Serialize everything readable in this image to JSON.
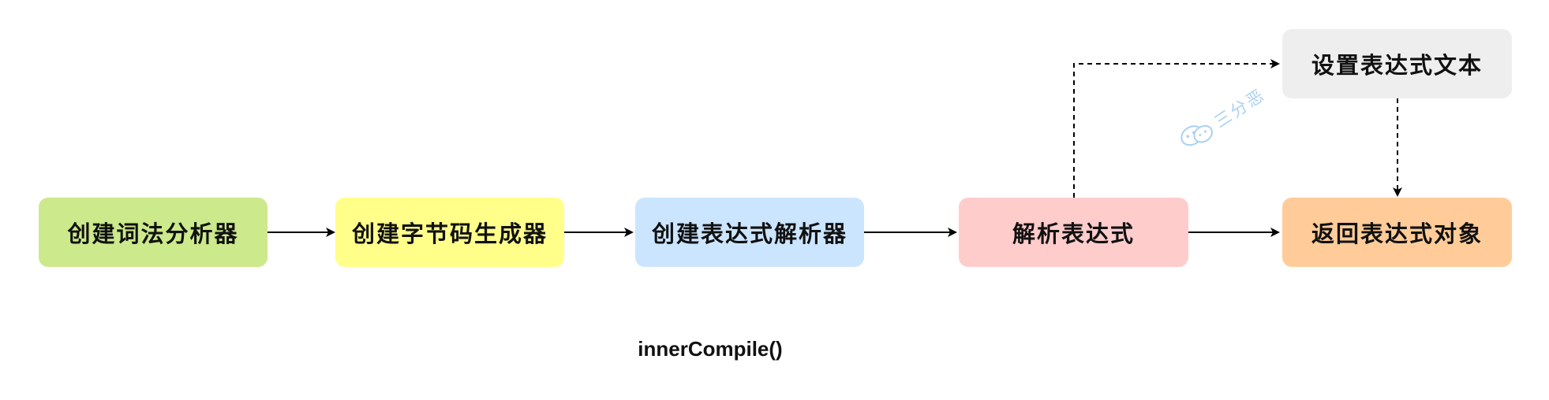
{
  "nodes": {
    "create_lexer": {
      "label": "创建词法分析器",
      "color": "#cce98b"
    },
    "create_bytecode_generator": {
      "label": "创建字节码生成器",
      "color": "#ffff8a"
    },
    "create_expression_parser": {
      "label": "创建表达式解析器",
      "color": "#cce5ff"
    },
    "parse_expression": {
      "label": "解析表达式",
      "color": "#ffcccc"
    },
    "set_expression_text": {
      "label": "设置表达式文本",
      "color": "#eeeeee"
    },
    "return_expression_object": {
      "label": "返回表达式对象",
      "color": "#ffcc99"
    }
  },
  "caption": "innerCompile()",
  "watermark": {
    "text": "三分恶",
    "icon": "wechat-icon"
  },
  "colors": {
    "arrow": "#000000",
    "watermark": "#9cc9f0"
  }
}
